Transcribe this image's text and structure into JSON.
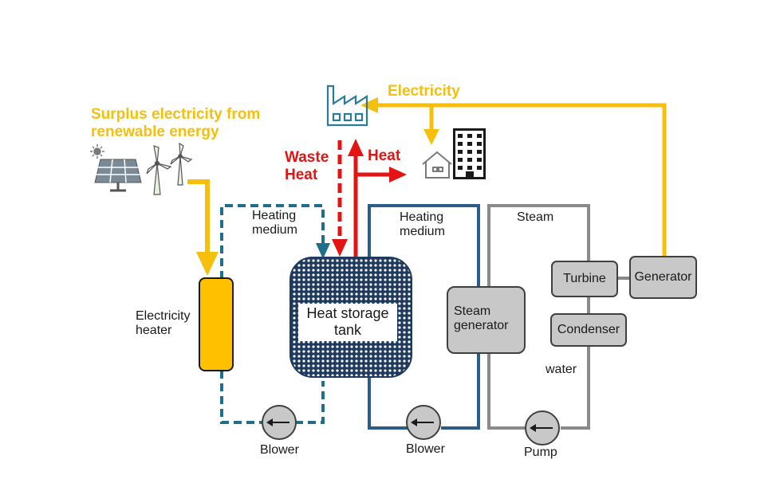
{
  "labels": {
    "surplus": "Surplus electricity from\nrenewable energy",
    "electricity": "Electricity",
    "waste_heat": "Waste\nHeat",
    "heat": "Heat",
    "heating_medium_left": "Heating\nmedium",
    "heating_medium_right": "Heating\nmedium",
    "steam": "Steam",
    "electricity_heater": "Electricity\nheater",
    "heat_storage_tank": "Heat storage\ntank",
    "steam_generator": "Steam\ngenerator",
    "turbine": "Turbine",
    "generator": "Generator",
    "condenser": "Condenser",
    "water": "water",
    "blower_left": "Blower",
    "blower_right": "Blower",
    "pump": "Pump"
  },
  "colors": {
    "yellow": "#f5bf0b",
    "red": "#e31414",
    "teal_dashed": "#1f6e8c",
    "blue_loop": "#2a5d8c",
    "steam_gray": "#8a8a8a",
    "box_gray": "#c8c8c8",
    "tank_dark": "#1f3a5c"
  },
  "icons": [
    "solar-panel-icon",
    "sun-icon",
    "wind-turbine-icon",
    "factory-icon",
    "house-icon",
    "building-icon"
  ]
}
